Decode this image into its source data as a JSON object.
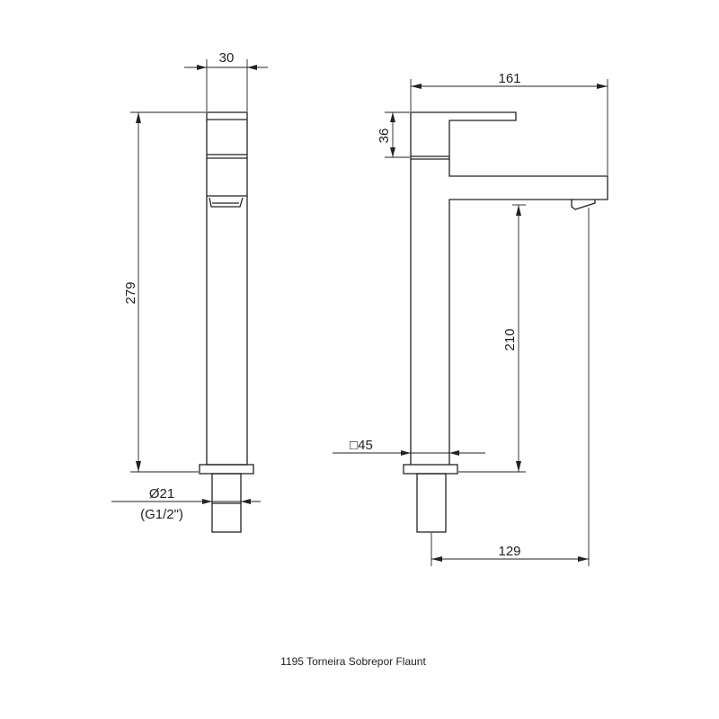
{
  "drawing": {
    "caption": "1195 Torneira Sobrepor Flaunt",
    "front_view": {
      "dim_width": "30",
      "dim_height": "279",
      "dim_thread_diameter": "Ø21",
      "dim_thread_spec": "(G1/2\")"
    },
    "side_view": {
      "dim_reach": "161",
      "dim_handle_height": "36",
      "dim_spout_height": "210",
      "dim_body_square": "□45",
      "dim_center_to_outlet": "129"
    }
  }
}
